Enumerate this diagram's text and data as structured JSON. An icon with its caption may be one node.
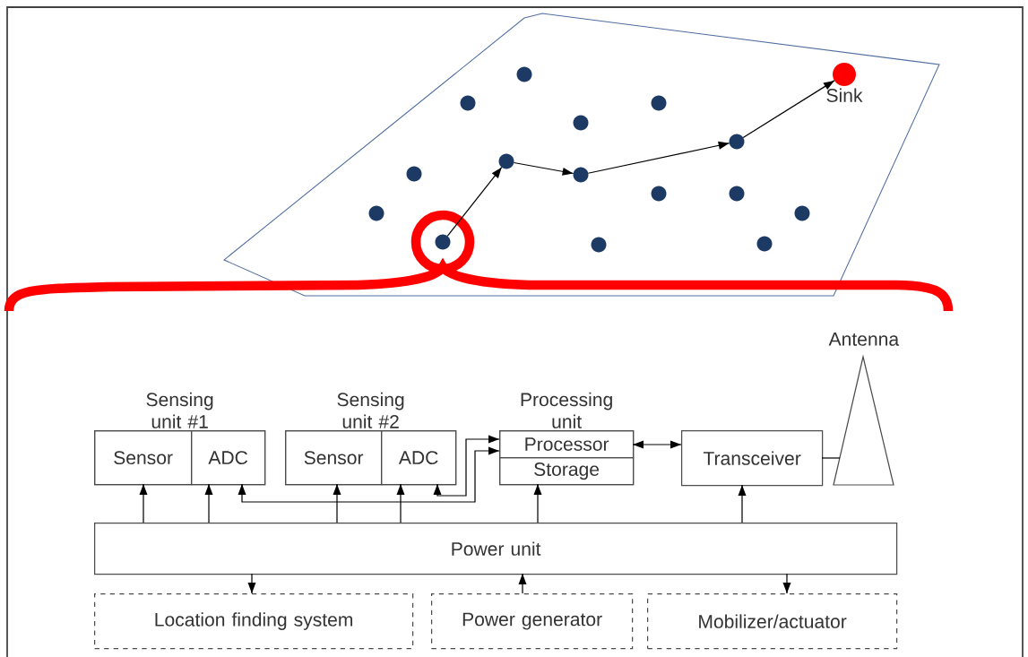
{
  "diagram": {
    "nodes": [
      {
        "text": [],
        "shape": "circle"
      },
      {
        "text": [
          "Sink"
        ]
      },
      {
        "text": [],
        "shape": "circle"
      },
      {
        "text": [],
        "shape": "circle"
      },
      {
        "text": [],
        "shape": "circle"
      },
      {
        "text": [],
        "shape": "circle"
      },
      {
        "text": [],
        "shape": "circle"
      },
      {
        "text": [],
        "shape": "circle"
      },
      {
        "text": [],
        "shape": "circle"
      },
      {
        "text": [],
        "shape": "circle"
      },
      {
        "text": [],
        "shape": "circle"
      },
      {
        "text": [],
        "shape": "circle"
      },
      {
        "text": [],
        "shape": "circle"
      },
      {
        "text": [],
        "shape": "circle"
      },
      {
        "text": [],
        "shape": "circle"
      },
      {
        "text": [],
        "shape": "circle"
      },
      {
        "text": [
          "Sensing unit #1"
        ]
      },
      {
        "text": [
          "Sensor"
        ],
        "in": 16
      },
      {
        "text": [
          "ADC"
        ],
        "in": 16
      },
      {
        "text": [
          "Sensing unit #2"
        ]
      },
      {
        "text": [
          "Sensor"
        ],
        "in": 19
      },
      {
        "text": [
          "ADC"
        ],
        "in": 19
      },
      {
        "text": [
          "Processing unit"
        ]
      },
      {
        "text": [
          "Processor"
        ],
        "in": 22
      },
      {
        "text": [
          "Storage"
        ],
        "in": 22
      },
      {
        "text": [
          "Transceiver"
        ]
      },
      {
        "text": [
          "Antenna"
        ]
      },
      {
        "text": [
          "Power unit"
        ]
      },
      {
        "text": [
          "Location finding system"
        ]
      },
      {
        "text": [
          "Power generator"
        ]
      },
      {
        "text": [
          "Mobilizer/actuator"
        ]
      }
    ],
    "edges": [
      {
        "from": 13,
        "to": 6,
        "arrow": "to"
      },
      {
        "from": 6,
        "to": 8,
        "arrow": "to"
      },
      {
        "from": 8,
        "to": 5,
        "arrow": "to"
      },
      {
        "from": 5,
        "to": 1,
        "arrow": "to"
      },
      {
        "from": 27,
        "to": 17,
        "arrow": "to"
      },
      {
        "from": 27,
        "to": 18,
        "arrow": "to"
      },
      {
        "from": 27,
        "to": 20,
        "arrow": "to"
      },
      {
        "from": 27,
        "to": 21,
        "arrow": "to"
      },
      {
        "from": 27,
        "to": 24,
        "arrow": "to"
      },
      {
        "from": 27,
        "to": 25,
        "arrow": "to"
      },
      {
        "from": 18,
        "to": 23,
        "arrow": "both"
      },
      {
        "from": 21,
        "to": 23,
        "arrow": "both"
      },
      {
        "from": 23,
        "to": 25,
        "arrow": "both"
      },
      {
        "from": 25,
        "to": 26,
        "arrow": "none"
      },
      {
        "from": 27,
        "to": 28,
        "arrow": "to"
      },
      {
        "from": 29,
        "to": 27,
        "arrow": "to"
      },
      {
        "from": 27,
        "to": 30,
        "arrow": "to"
      }
    ]
  }
}
